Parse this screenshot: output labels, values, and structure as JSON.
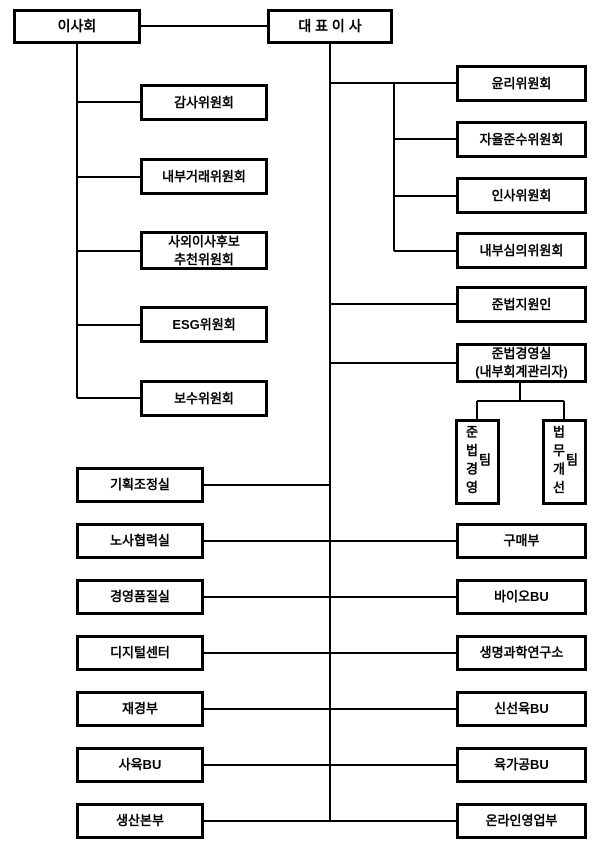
{
  "org_chart": {
    "board": {
      "label": "이사회"
    },
    "ceo": {
      "label": "대 표 이 사"
    },
    "board_committees": [
      {
        "label": "감사위원회"
      },
      {
        "label": "내부거래위원회"
      },
      {
        "label": "사외이사후보\n추천위원회"
      },
      {
        "label": "ESG위원회"
      },
      {
        "label": "보수위원회"
      }
    ],
    "ceo_committees": [
      {
        "label": "윤리위원회"
      },
      {
        "label": "자율준수위원회"
      },
      {
        "label": "인사위원회"
      },
      {
        "label": "내부심의위원회"
      }
    ],
    "compliance": {
      "officer": {
        "label": "준법지원인"
      },
      "office": {
        "label": "준법경영실\n(내부회계관리자)"
      },
      "teams": [
        {
          "label": "준법경영팀"
        },
        {
          "label": "법무개선팀"
        }
      ]
    },
    "left_departments": [
      {
        "label": "기획조정실"
      },
      {
        "label": "노사협력실"
      },
      {
        "label": "경영품질실"
      },
      {
        "label": "디지털센터"
      },
      {
        "label": "재경부"
      },
      {
        "label": "사육BU"
      },
      {
        "label": "생산본부"
      }
    ],
    "right_departments": [
      {
        "label": "구매부"
      },
      {
        "label": "바이오BU"
      },
      {
        "label": "생명과학연구소"
      },
      {
        "label": "신선육BU"
      },
      {
        "label": "육가공BU"
      },
      {
        "label": "온라인영업부"
      }
    ],
    "colors": {
      "line": "#000000",
      "border": "#000000",
      "background": "#ffffff",
      "text": "#000000"
    }
  }
}
